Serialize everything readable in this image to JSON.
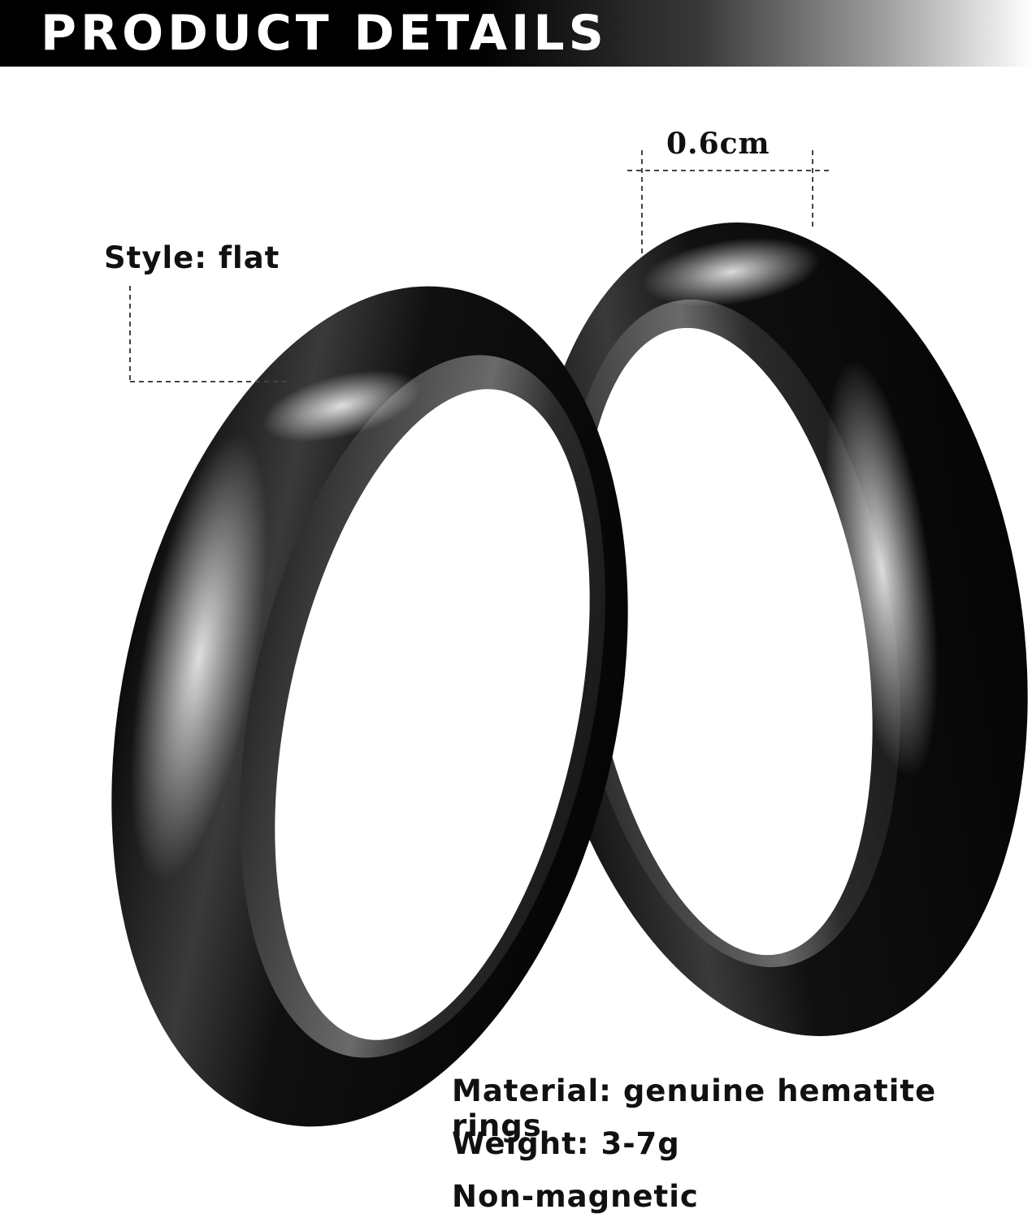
{
  "banner": {
    "title": "PRODUCT DETAILS"
  },
  "annotations": {
    "style": "Style: flat",
    "width": "0.6cm"
  },
  "specs": {
    "material": "Material: genuine hematite rings",
    "weight": "Weight: 3-7g",
    "magnetic": "Non-magnetic"
  },
  "colors": {
    "ring": "#1a1a1a",
    "banner": "#000000",
    "text": "#111111"
  }
}
